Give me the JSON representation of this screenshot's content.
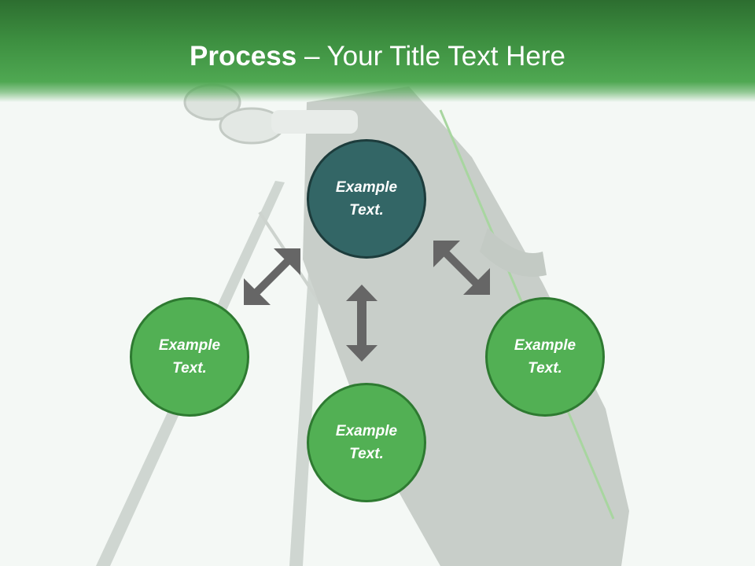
{
  "slide": {
    "title_bold": "Process",
    "title_rest": " – Your Title Text Here"
  },
  "diagram": {
    "nodes": [
      {
        "id": "top",
        "label_line1": "Example",
        "label_line2": "Text.",
        "color": "#336666"
      },
      {
        "id": "left",
        "label_line1": "Example",
        "label_line2": "Text.",
        "color": "#52b054"
      },
      {
        "id": "bottom",
        "label_line1": "Example",
        "label_line2": "Text.",
        "color": "#52b054"
      },
      {
        "id": "right",
        "label_line1": "Example",
        "label_line2": "Text.",
        "color": "#52b054"
      }
    ],
    "edges": [
      {
        "from": "top",
        "to": "left",
        "type": "double-arrow"
      },
      {
        "from": "top",
        "to": "bottom",
        "type": "double-arrow"
      },
      {
        "from": "top",
        "to": "right",
        "type": "double-arrow"
      }
    ],
    "arrow_color": "#666666"
  }
}
